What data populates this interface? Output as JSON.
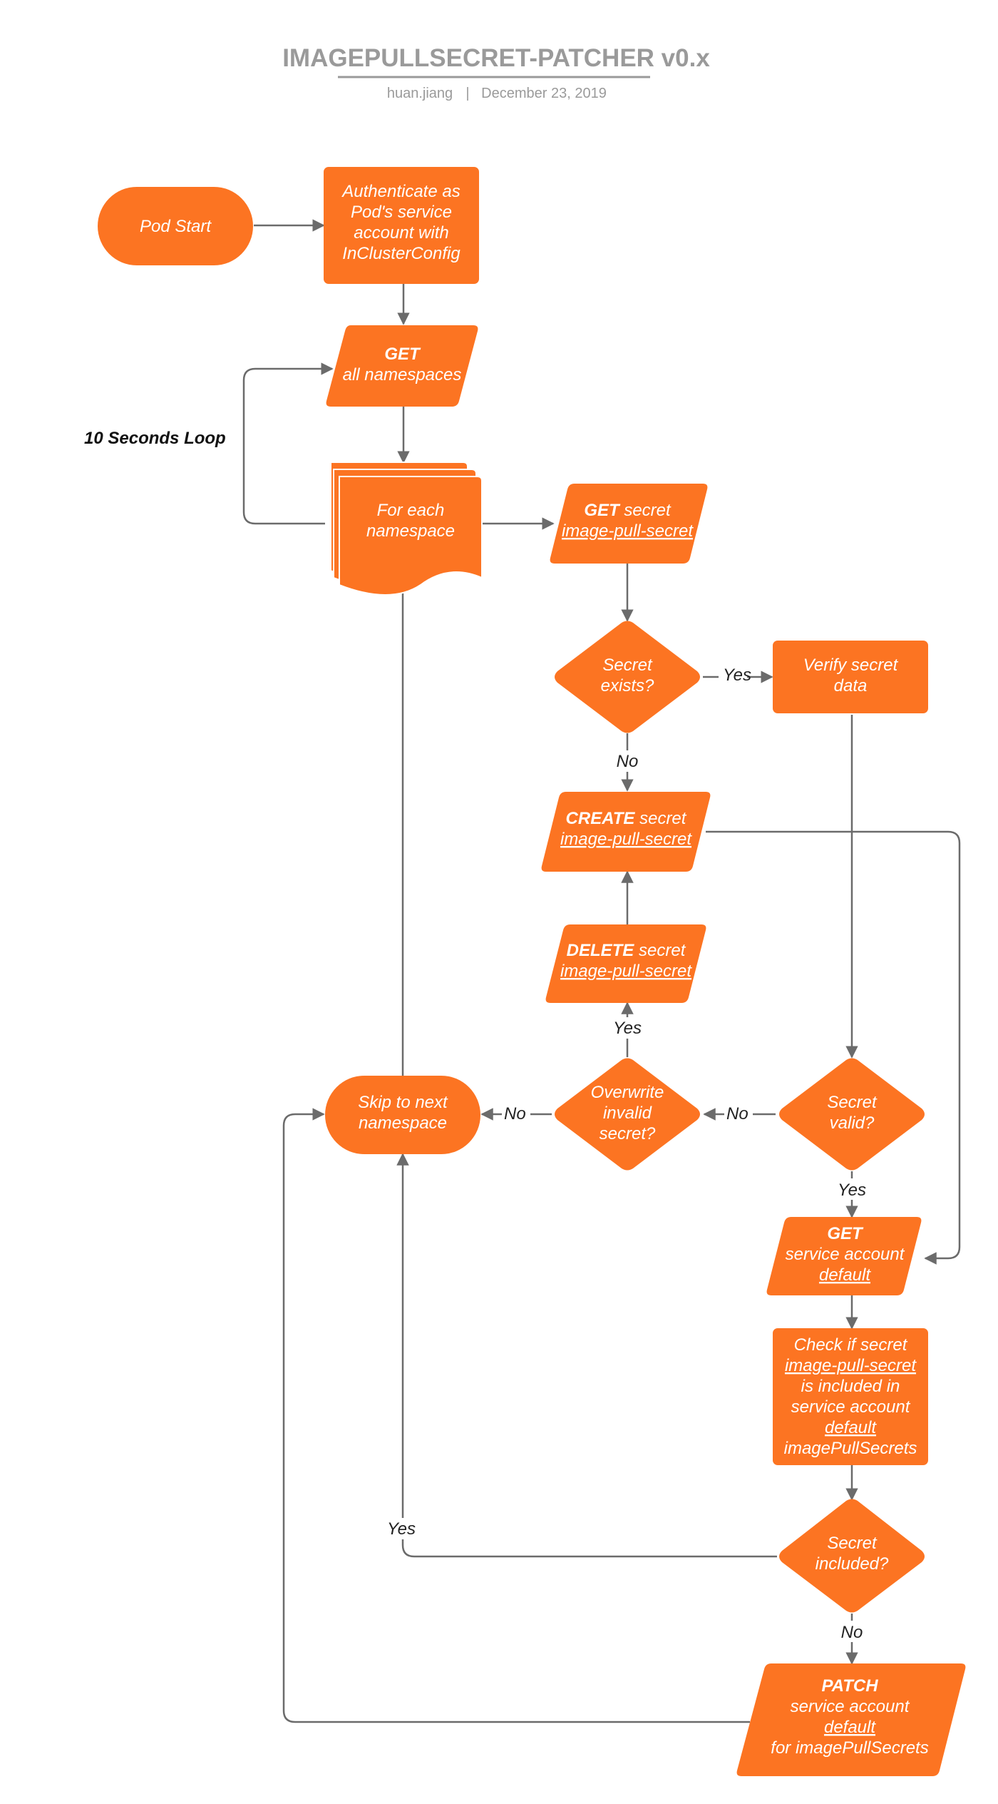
{
  "header": {
    "title": "IMAGEPULLSECRET-PATCHER v0.x",
    "author": "huan.jiang",
    "separator": "|",
    "date": "December 23, 2019"
  },
  "loop_label": "10 Seconds Loop",
  "nodes": {
    "pod_start": [
      "Pod Start"
    ],
    "authenticate": [
      "Authenticate as",
      "Pod's service",
      "account with",
      "InClusterConfig"
    ],
    "get_namespaces": {
      "bold": "GET",
      "text": "all namespaces"
    },
    "for_each": [
      "For each",
      "namespace"
    ],
    "get_secret": {
      "bold": "GET",
      "text": "secret",
      "secret_name": "image-pull-secret"
    },
    "secret_exists": [
      "Secret",
      "exists?"
    ],
    "verify_secret": [
      "Verify secret",
      "data"
    ],
    "create_secret": {
      "bold": "CREATE",
      "text": "secret",
      "secret_name": "image-pull-secret"
    },
    "delete_secret": {
      "bold": "DELETE",
      "text": "secret",
      "secret_name": "image-pull-secret"
    },
    "skip_next": [
      "Skip to next",
      "namespace"
    ],
    "overwrite_invalid": [
      "Overwrite",
      "invalid",
      "secret?"
    ],
    "secret_valid": [
      "Secret",
      "valid?"
    ],
    "get_sa": {
      "bold": "GET",
      "text": "service account",
      "account_name": "default"
    },
    "check_included": {
      "line1": "Check if secret",
      "secret_name": "image-pull-secret",
      "line3": "is included in",
      "line4": "service account",
      "account_name": "default",
      "line6": "imagePullSecrets"
    },
    "secret_included": [
      "Secret",
      "included?"
    ],
    "patch": {
      "bold": "PATCH",
      "text": "service account",
      "account_name": "default",
      "tail": "for imagePullSecrets"
    }
  },
  "edge_labels": {
    "exists_yes": "Yes",
    "exists_no": "No",
    "valid_no": "No",
    "valid_yes": "Yes",
    "overwrite_no": "No",
    "overwrite_yes": "Yes",
    "included_yes": "Yes",
    "included_no": "No"
  },
  "colors": {
    "shape_fill": "#fc7422",
    "shape_text": "#ffffff",
    "connector": "#6b6b6b",
    "title": "#9a9a9a"
  }
}
